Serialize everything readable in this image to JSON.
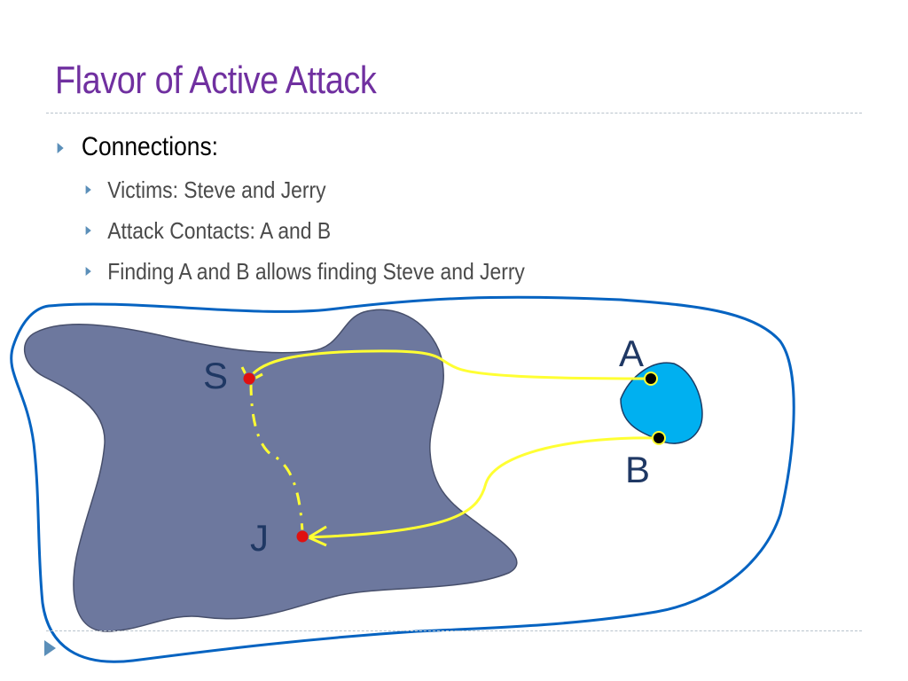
{
  "slide": {
    "title": "Flavor of Active Attack",
    "bullets": [
      {
        "level": 1,
        "text": "Connections:"
      },
      {
        "level": 2,
        "text": "Victims: Steve and Jerry"
      },
      {
        "level": 2,
        "text": "Attack Contacts: A and B"
      },
      {
        "level": 2,
        "text": "Finding A and B allows finding Steve and Jerry"
      }
    ]
  },
  "diagram": {
    "nodes": [
      {
        "id": "S",
        "label": "S",
        "color": "#e01010"
      },
      {
        "id": "J",
        "label": "J",
        "color": "#e01010"
      },
      {
        "id": "A",
        "label": "A",
        "color": "#000000"
      },
      {
        "id": "B",
        "label": "B",
        "color": "#000000"
      }
    ],
    "colors": {
      "network_outline": "#0563c1",
      "victim_region": "#6d789e",
      "attacker_region": "#00b0f0",
      "edge": "#ffff33",
      "label": "#1f3864"
    }
  }
}
